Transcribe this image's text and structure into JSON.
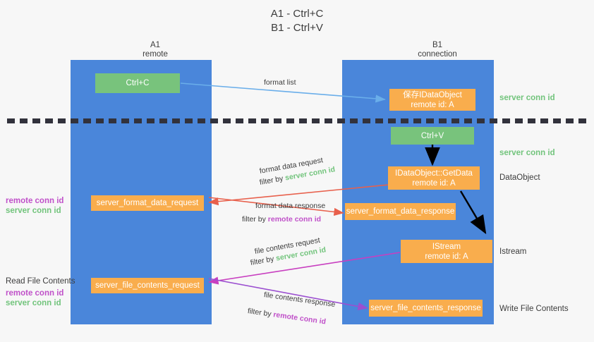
{
  "title": {
    "line1": "A1 - Ctrl+C",
    "line2": "B1 - Ctrl+V"
  },
  "columns": [
    {
      "id": "a1",
      "name": "A1",
      "sub": "remote"
    },
    {
      "id": "b1",
      "name": "B1",
      "sub": "connection"
    }
  ],
  "boxes": {
    "ctrl_c": {
      "line1": "Ctrl+C",
      "line2": "",
      "color": "#78c37c"
    },
    "save_idataobject": {
      "line1": "保存IDataObject",
      "line2": "remote id: A",
      "color": "#f9ad4d"
    },
    "ctrl_v": {
      "line1": "Ctrl+V",
      "line2": "",
      "color": "#78c37c"
    },
    "idataobject_getdata": {
      "line1": "IDataObject::GetData",
      "line2": "remote id: A",
      "color": "#f9ad4d"
    },
    "server_format_data_request": {
      "line1": "server_format_data_request",
      "line2": "",
      "color": "#f9ad4d"
    },
    "server_format_data_response": {
      "line1": "server_format_data_response",
      "line2": "",
      "color": "#f9ad4d"
    },
    "istream": {
      "line1": "IStream",
      "line2": "remote id: A",
      "color": "#f9ad4d"
    },
    "server_file_contents_request": {
      "line1": "server_file_contents_request",
      "line2": "",
      "color": "#f9ad4d"
    },
    "server_file_contents_response": {
      "line1": "server_file_contents_response",
      "line2": "",
      "color": "#f9ad4d"
    }
  },
  "right_annotations": [
    {
      "id": "server-conn-id-top",
      "text": "server conn id",
      "color": "#72c47c"
    },
    {
      "id": "server-conn-id-middle",
      "text": "server conn id",
      "color": "#72c47c"
    },
    {
      "id": "dataobject",
      "text": "DataObject",
      "color": "#3c3c3c"
    },
    {
      "id": "istream",
      "text": "Istream",
      "color": "#3c3c3c"
    },
    {
      "id": "write-file-contents",
      "text": "Write File Contents",
      "color": "#3c3c3c"
    }
  ],
  "left_annotations": {
    "upper": {
      "remote": "remote conn id",
      "server": "server conn id"
    },
    "lower": {
      "heading": "Read File Contents",
      "remote": "remote conn id",
      "server": "server conn id"
    }
  },
  "edges": {
    "format_list": {
      "label": "format list"
    },
    "format_data_request": {
      "label": "format data request",
      "filter_prefix": "filter by ",
      "filter_key": "server conn id"
    },
    "format_data_response": {
      "label": "format data response",
      "filter_prefix": "filter by ",
      "filter_key": "remote conn id"
    },
    "file_contents_request": {
      "label": "file contents request",
      "filter_prefix": "filter by ",
      "filter_key": "server conn id"
    },
    "file_contents_response": {
      "label": "file contents response",
      "filter_prefix": "filter by ",
      "filter_key": "remote conn id"
    }
  },
  "colors": {
    "lane": "#4a86da",
    "green_box": "#78c37c",
    "orange_box": "#f9ad4d",
    "green_text": "#72c47c",
    "purple_text": "#c051c9",
    "blue_arrow": "#6aaeea",
    "red_arrow": "#e8604c",
    "magenta_arrow": "#c83fc0",
    "purple_arrow": "#9b4fd0",
    "black_arrow": "#000000",
    "divider": "#32323c"
  }
}
